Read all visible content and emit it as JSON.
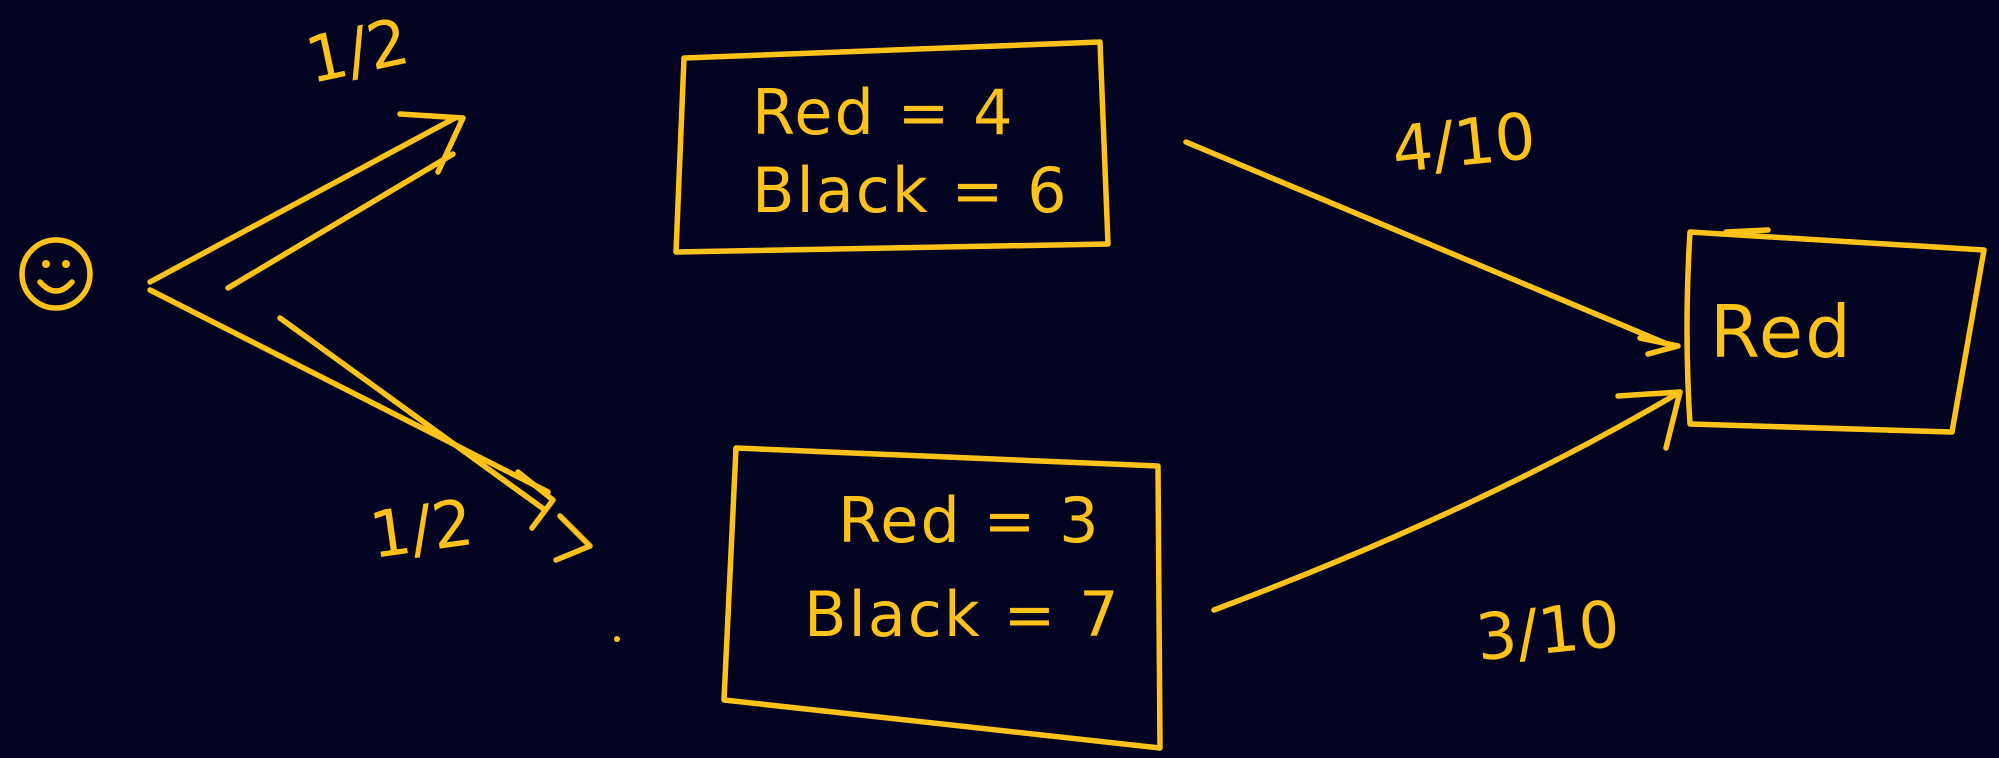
{
  "diagram": {
    "colors": {
      "background": "#020320",
      "ink": "#FFC21A"
    },
    "start_node": {
      "icon": "smiley-face-icon"
    },
    "top_bag": {
      "line1": "Red = 4",
      "line2": "Black = 6"
    },
    "bottom_bag": {
      "line1": "Red = 3",
      "line2": "Black = 7"
    },
    "result_node": {
      "label": "Red"
    },
    "edges": {
      "start_to_top": "1/2",
      "start_to_bottom": "1/2",
      "top_to_red": "4/10",
      "bottom_to_red": "3/10"
    }
  }
}
